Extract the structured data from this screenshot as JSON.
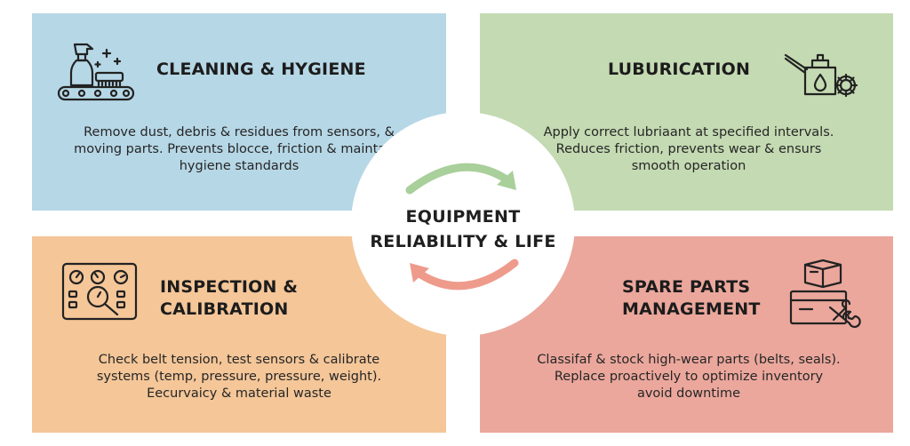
{
  "center": {
    "line1": "EQUIPMENT",
    "line2": "RELIABILITY & LIFE"
  },
  "quadrants": {
    "cleaning": {
      "title": "CLEANING & HYGIENE",
      "lines": [
        "Remove dust, debris & residues from sensors, &",
        "moving parts. Prevents blocce, friction & maintains",
        "hygiene standards"
      ],
      "icon": "spray-bottle-brush-conveyor-icon",
      "color": "#b6d7e6"
    },
    "lubrication": {
      "title": "LUBURICATION",
      "lines": [
        "Apply correct lubriaant at specified intervals.",
        "Reduces friction, prevents wear & ensurs",
        "smooth operation"
      ],
      "icon": "oil-can-gear-icon",
      "color": "#c4dab2"
    },
    "inspection": {
      "title_line1": "INSPECTION &",
      "title_line2": "CALIBRATION",
      "lines": [
        "Check belt tension, test sensors & calibrate",
        "systems (temp, pressure, pressure, weight).",
        "Eecurvaicy & material waste"
      ],
      "icon": "gauge-panel-magnifier-icon",
      "color": "#f4c698"
    },
    "spare_parts": {
      "title_line1": "SPARE PARTS",
      "title_line2": "MANAGEMENT",
      "lines": [
        "Classifaf & stock high-wear parts (belts, seals).",
        "Replace proactively to optimize inventory",
        "avoid downtime"
      ],
      "icon": "boxes-wrench-icon",
      "color": "#eba79c"
    }
  },
  "arrow_colors": {
    "top": "#a9cf9a",
    "bottom": "#ee9b8c"
  }
}
